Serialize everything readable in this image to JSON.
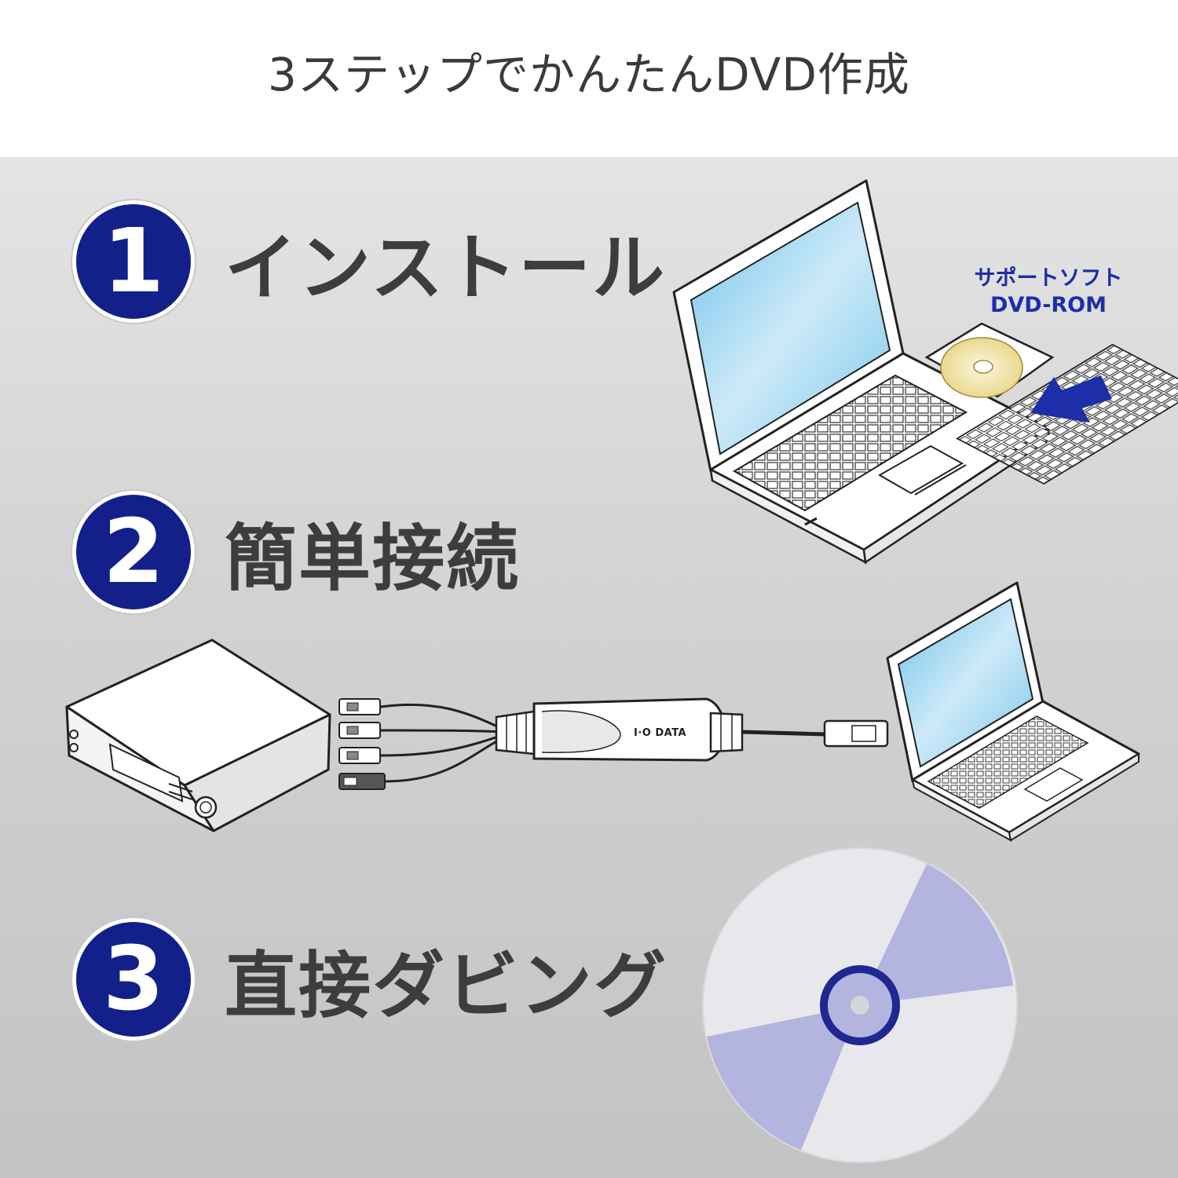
{
  "header": {
    "title": "3ステップでかんたんDVD作成"
  },
  "steps": [
    {
      "number": "1",
      "label": "インストール"
    },
    {
      "number": "2",
      "label": "簡単接続"
    },
    {
      "number": "3",
      "label": "直接ダビング"
    }
  ],
  "disc_label": {
    "line1": "サポートソフト",
    "line2": "DVD-ROM"
  },
  "device_brand": "I·O DATA",
  "colors": {
    "badge": "#13208a",
    "accent_blue": "#1c2ea8",
    "disc_tint": "#b3b5de",
    "disc_ring": "#1f2790"
  }
}
